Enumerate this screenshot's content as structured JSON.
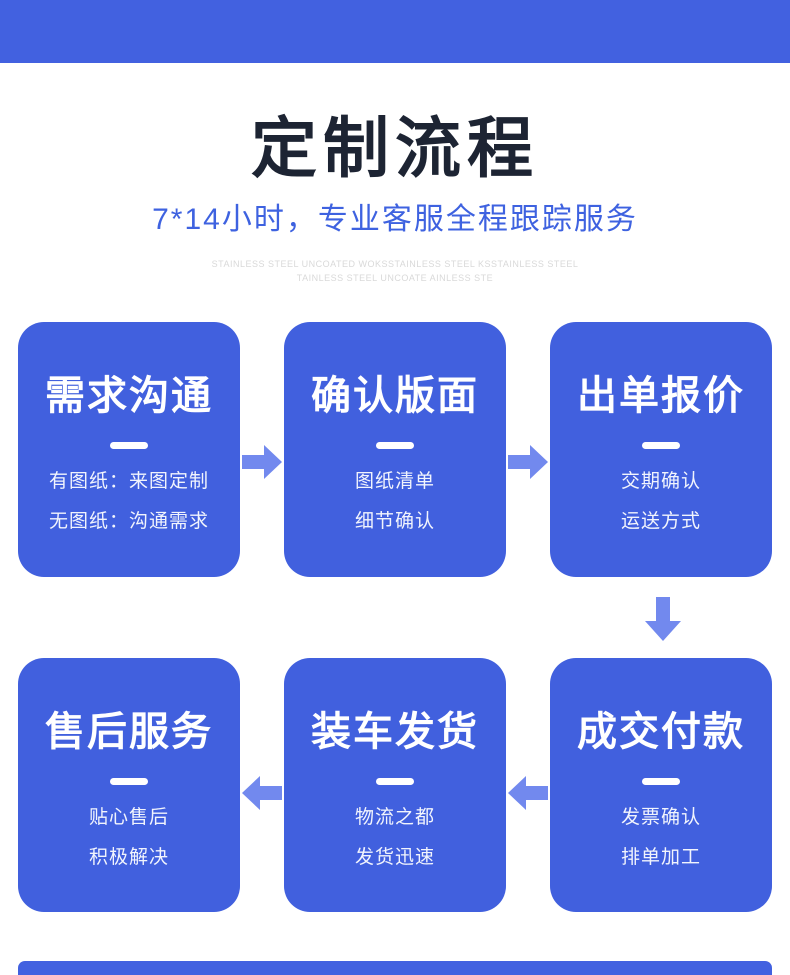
{
  "colors": {
    "bar_blue": "#4261e0",
    "card_blue": "#4160de",
    "arrow_blue": "#7289ee",
    "title_color": "#1d2433",
    "subtitle_color": "#3e62e0",
    "watermark_color": "#d9d9d9"
  },
  "header": {
    "title": "定制流程",
    "subtitle": "7*14小时，专业客服全程跟踪服务",
    "watermark_line1": "STAINLESS STEEL UNCOATED WOKSSTAINLESS STEEL KSSTAINLESS STEEL",
    "watermark_line2": "TAINLESS STEEL UNCOATE AINLESS STE"
  },
  "steps": [
    {
      "title": "需求沟通",
      "lines": [
        "有图纸：来图定制",
        "无图纸：沟通需求"
      ]
    },
    {
      "title": "确认版面",
      "lines": [
        "图纸清单",
        "细节确认"
      ]
    },
    {
      "title": "出单报价",
      "lines": [
        "交期确认",
        "运送方式"
      ]
    },
    {
      "title": "成交付款",
      "lines": [
        "发票确认",
        "排单加工"
      ]
    },
    {
      "title": "装车发货",
      "lines": [
        "物流之都",
        "发货迅速"
      ]
    },
    {
      "title": "售后服务",
      "lines": [
        "贴心售后",
        "积极解决"
      ]
    }
  ]
}
